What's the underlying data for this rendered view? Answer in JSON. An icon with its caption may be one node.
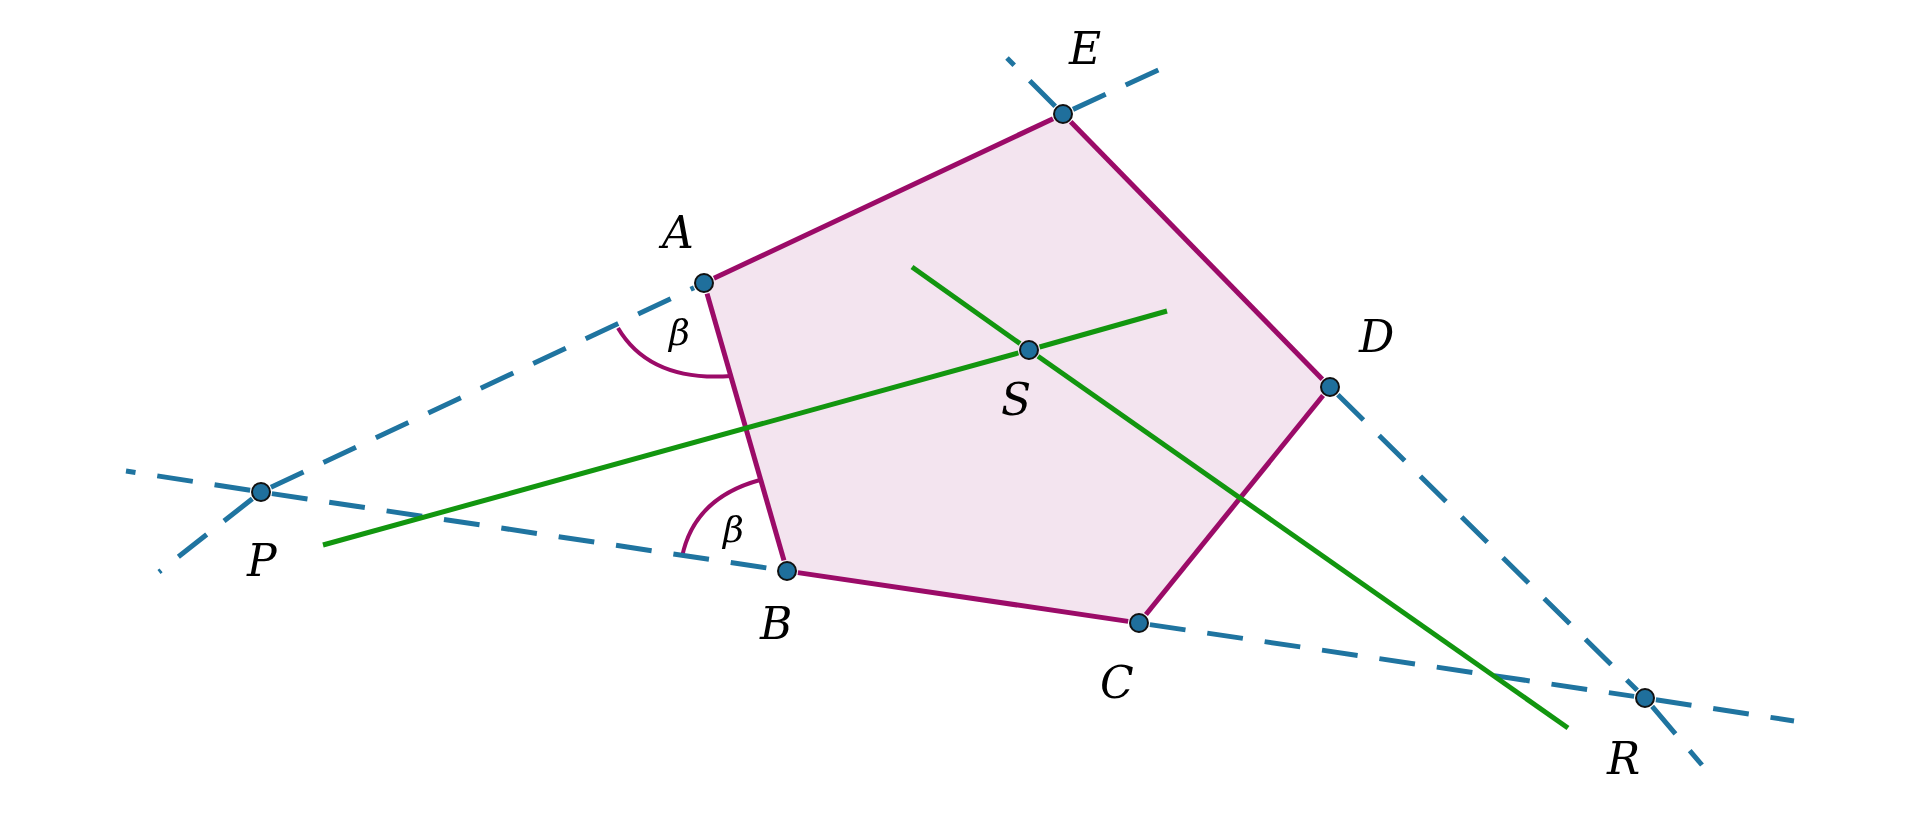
{
  "diagram": {
    "nodes": [
      {
        "text": [
          "A"
        ]
      },
      {
        "text": [
          "B"
        ]
      },
      {
        "text": [
          "C"
        ]
      },
      {
        "text": [
          "D"
        ]
      },
      {
        "text": [
          "E"
        ]
      },
      {
        "text": [
          "P"
        ]
      },
      {
        "text": [
          "R"
        ]
      },
      {
        "text": [
          "S"
        ]
      }
    ],
    "edges": [
      {
        "from": 0,
        "to": 1,
        "arrow": "none",
        "color": "#9b0b68"
      },
      {
        "from": 1,
        "to": 2,
        "arrow": "none",
        "color": "#9b0b68"
      },
      {
        "from": 2,
        "to": 3,
        "arrow": "none",
        "color": "#9b0b68"
      },
      {
        "from": 3,
        "to": 4,
        "arrow": "none",
        "color": "#9b0b68"
      },
      {
        "from": 4,
        "to": 0,
        "arrow": "none",
        "color": "#9b0b68"
      },
      {
        "from": 5,
        "to": 0,
        "arrow": "none",
        "style": "dashed"
      },
      {
        "from": 4,
        "to": null,
        "arrow": "none",
        "style": "dashed"
      },
      {
        "from": 4,
        "to": null,
        "arrow": "none",
        "style": "dashed"
      },
      {
        "from": 5,
        "to": null,
        "arrow": "none",
        "style": "dashed"
      },
      {
        "from": 5,
        "to": null,
        "arrow": "none",
        "style": "dashed"
      },
      {
        "from": 5,
        "to": 1,
        "arrow": "none",
        "style": "dashed"
      },
      {
        "from": 2,
        "to": 6,
        "arrow": "none",
        "style": "dashed"
      },
      {
        "from": 6,
        "to": null,
        "arrow": "none",
        "style": "dashed"
      },
      {
        "from": 3,
        "to": 6,
        "arrow": "none",
        "style": "dashed"
      },
      {
        "from": 6,
        "to": null,
        "arrow": "none",
        "style": "dashed"
      },
      {
        "from": 7,
        "to": null,
        "arrow": "none",
        "color": "#12960f"
      },
      {
        "from": 7,
        "to": null,
        "arrow": "none",
        "color": "#12960f"
      },
      {
        "from": 7,
        "to": null,
        "arrow": "none",
        "color": "#12960f"
      },
      {
        "from": 7,
        "to": null,
        "arrow": "none",
        "color": "#12960f"
      }
    ],
    "labels": [
      "β",
      "β"
    ]
  }
}
